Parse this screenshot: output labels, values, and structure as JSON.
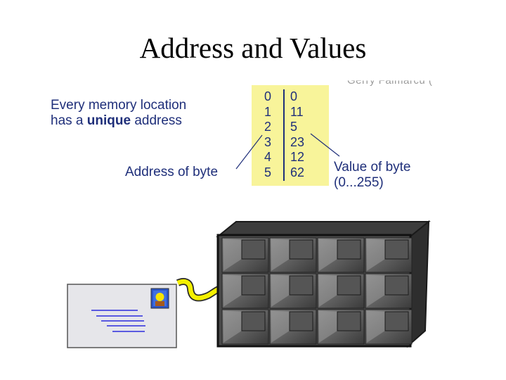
{
  "title": "Address and Values",
  "credit": "Gerry Faimarcu (",
  "caption": {
    "line1": "Every memory location",
    "line2_prefix": "has a ",
    "line2_bold": "unique",
    "line2_suffix": " address"
  },
  "table": {
    "addresses": [
      "0",
      "1",
      "2",
      "3",
      "4",
      "5"
    ],
    "values": [
      "0",
      "11",
      "5",
      "23",
      "12",
      "62"
    ]
  },
  "address_label": "Address of byte",
  "value_label": {
    "line1": "Value of byte",
    "line2": "(0...255)"
  },
  "colors": {
    "text": "#1f2f7a",
    "table_bg": "#f8f49a",
    "cabinet_frame": "#505050",
    "cell": "#555555",
    "arrow": "#f4f000",
    "envelope": "#e6e6ea",
    "envelope_lines": "#2b2bdd"
  },
  "icons": {
    "envelope": "envelope-icon",
    "stamp": "stamp-icon",
    "arrow": "curved-arrow-icon",
    "cabinet": "mailbox-cabinet-icon"
  }
}
